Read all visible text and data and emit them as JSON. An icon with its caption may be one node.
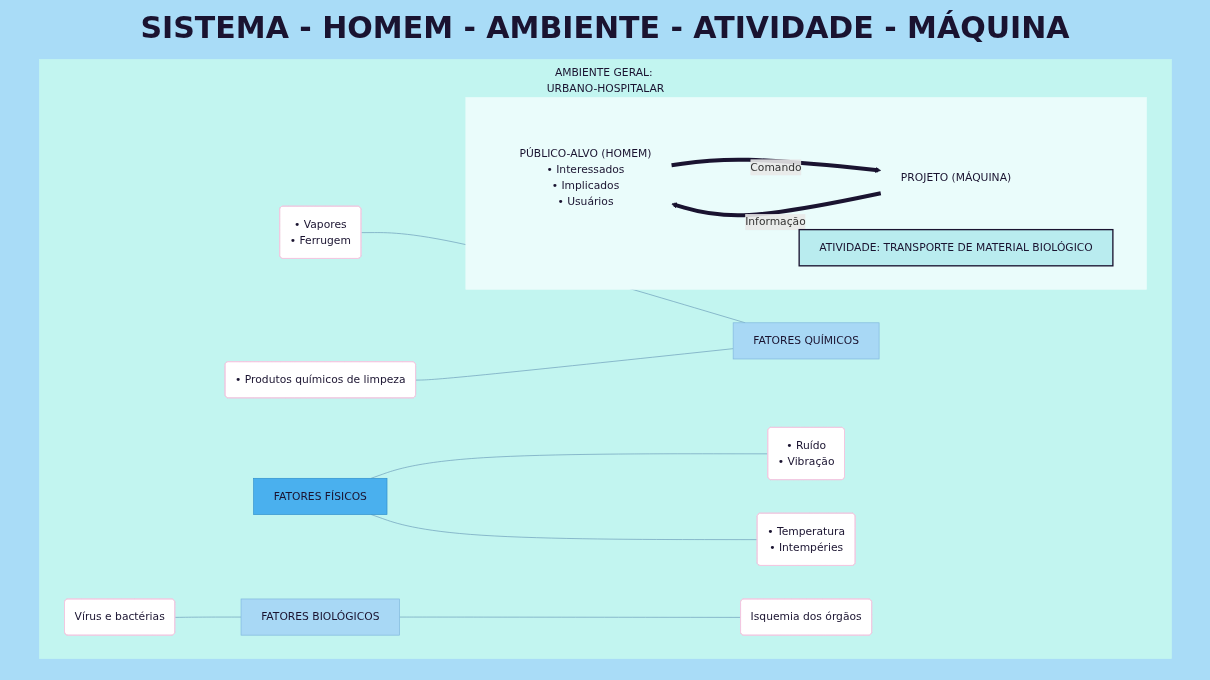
{
  "diagram": {
    "title": "SISTEMA - HOMEM - AMBIENTE - ATIVIDADE - MÁQUINA",
    "nodes": [
      {
        "text": [
          "AMBIENTE GERAL: URBANO-HOSPITALAR"
        ]
      },
      {
        "text": [
          "• Vapores",
          "• Ferrugem"
        ],
        "in": 0
      },
      {
        "text": [
          "FATORES QUÍMICOS"
        ],
        "in": 0
      },
      {
        "text": [
          "FATORES FÍSICOS"
        ],
        "in": 0
      },
      {
        "text": [
          "• Ruído",
          "• Vibração"
        ],
        "in": 0
      },
      {
        "text": [
          "• Produtos químicos de limpeza"
        ],
        "in": 0
      },
      {
        "text": [
          "• Temperatura",
          "• Intempéries"
        ],
        "in": 0
      },
      {
        "text": [],
        "shape": "box",
        "in": 0
      },
      {
        "text": [
          "PÚBLICO-ALVO (HOMEM)",
          "• Interessados",
          "• Implicados",
          "• Usuários"
        ],
        "in": 7
      },
      {
        "text": [
          "ATIVIDADE: TRANSPORTE DE MATERIAL BIOLÓGICO"
        ],
        "in": 7
      },
      {
        "text": [
          "PROJETO (MÁQUINA)"
        ],
        "in": 7
      },
      {
        "text": [
          "Vírus e bactérias"
        ],
        "in": 0
      },
      {
        "text": [
          "FATORES BIOLÓGICOS"
        ],
        "in": 0
      },
      {
        "text": [
          "Isquemia dos órgãos"
        ],
        "in": 0
      }
    ],
    "edges": [
      {
        "from": 1,
        "to": 2,
        "arrow": "none"
      },
      {
        "from": 5,
        "to": 2,
        "arrow": "none"
      },
      {
        "from": 3,
        "to": 4,
        "arrow": "none"
      },
      {
        "from": 3,
        "to": 6,
        "arrow": "none"
      },
      {
        "from": 10,
        "to": 8,
        "arrow": "to",
        "label": "Informação",
        "style": "thick",
        "color": "#1a1330"
      },
      {
        "from": 8,
        "to": 10,
        "arrow": "to",
        "label": "Comando",
        "style": "thick",
        "color": "#1a1330"
      },
      {
        "from": 11,
        "to": 12,
        "arrow": "none"
      },
      {
        "from": 12,
        "to": 13,
        "arrow": "none"
      }
    ]
  }
}
